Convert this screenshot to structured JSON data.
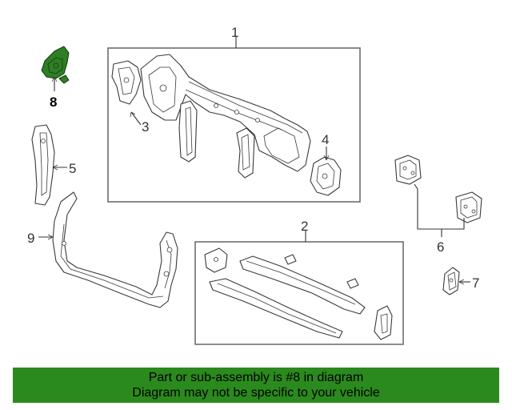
{
  "callouts": {
    "c1": "1",
    "c2": "2",
    "c3": "3",
    "c4": "4",
    "c5": "5",
    "c6": "6",
    "c7": "7",
    "c8": "8",
    "c9": "9"
  },
  "highlighted_part": "8",
  "colors": {
    "banner": "#2b8a1d",
    "highlight": "#2f7d25",
    "line": "#3a3a3a"
  },
  "banner": {
    "line1": "Part or sub-assembly is #8 in diagram",
    "line2": "Diagram may not be specific to your vehicle"
  }
}
